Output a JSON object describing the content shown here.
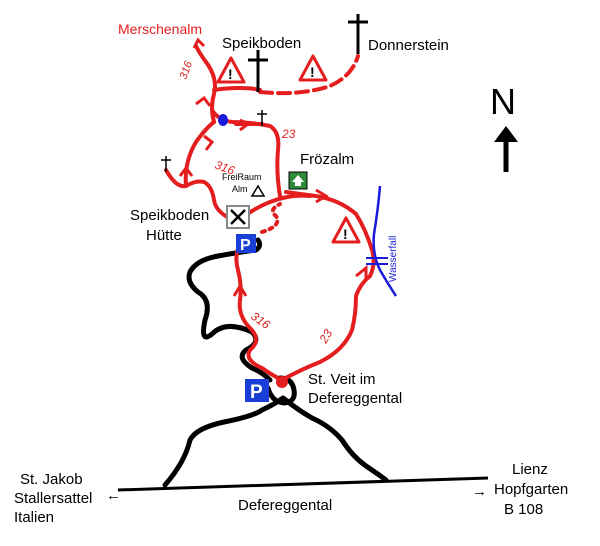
{
  "places": {
    "merschenalm": "Merschenalm",
    "speikboden": "Speikboden",
    "donnerstein": "Donnerstein",
    "frozalm": "Frözalm",
    "freiraum_alm_line1": "FreiRaum",
    "freiraum_alm_line2": "Alm",
    "speikboden_huette_line1": "Speikboden",
    "speikboden_huette_line2": "Hütte",
    "st_veit_line1": "St. Veit im",
    "st_veit_line2": "Defereggental",
    "west_line1": "St. Jakob",
    "west_line2": "Stallersattel",
    "west_line3": "Italien",
    "east_line1": "Lienz",
    "east_line2": "Hopfgarten",
    "east_line3": "B 108",
    "valley_road": "Defereggental",
    "waterfall": "Wasserfall"
  },
  "routes": {
    "route_316_a": "316",
    "route_316_b": "316",
    "route_316_c": "316",
    "route_23_a": "23",
    "route_23_b": "23"
  },
  "compass": {
    "letter": "N"
  },
  "parking": {
    "label": "P"
  },
  "colors": {
    "trail": "#e41e1e",
    "road": "#000000",
    "stream": "#1a1adb",
    "parking": "#1a3fd6",
    "hut_icon": "#2e8b3a"
  }
}
